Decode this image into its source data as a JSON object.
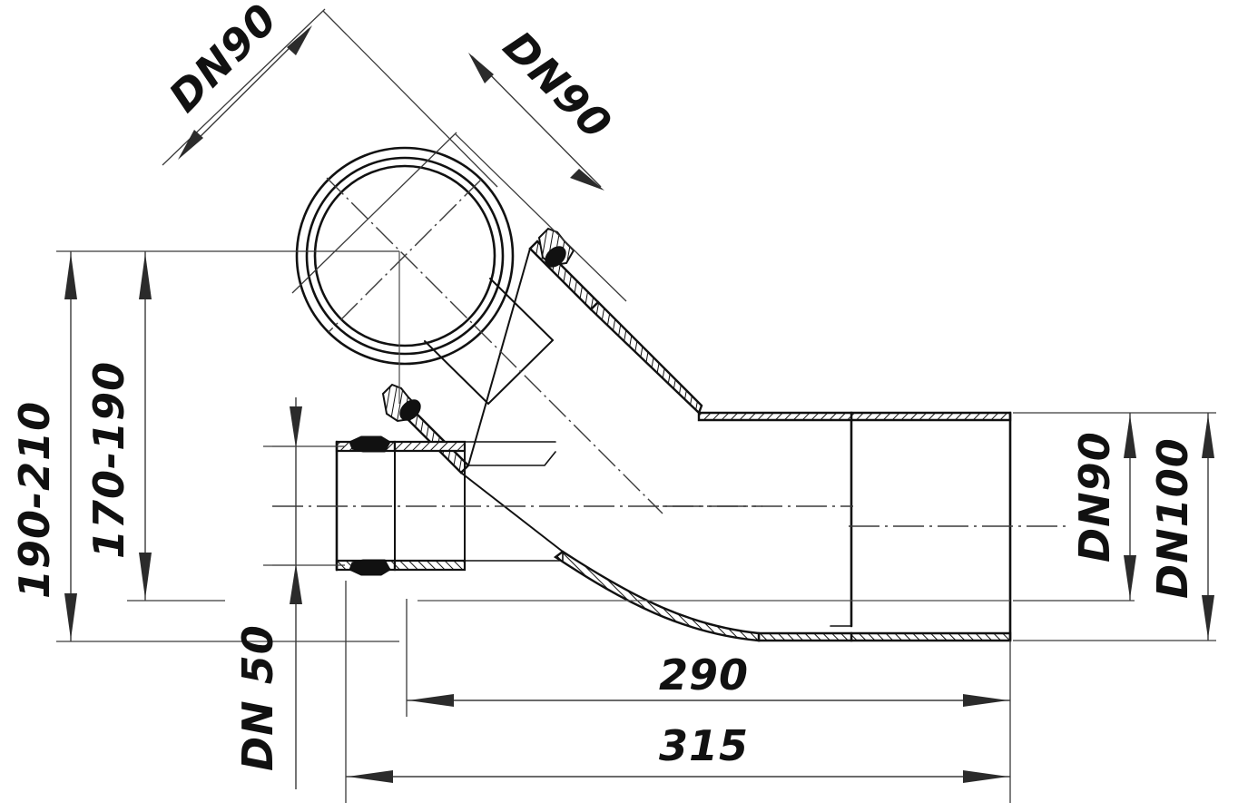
{
  "drawing": {
    "title": "Technical cross-section drawing of a DN90/DN100 drain trap body with DN50 and DN90 inlets",
    "type": "engineering-section-drawing",
    "background_color": "#ffffff",
    "line_color": "#111111",
    "thin_line_color": "#3a3a3a",
    "dimensions": {
      "inlet_top_left": "DN90",
      "inlet_top_right": "DN90",
      "height_outer": "190-210",
      "height_inner": "170-190",
      "side_inlet": "DN 50",
      "outlet_inner": "DN90",
      "outlet_outer": "DN100",
      "length_inner": "290",
      "length_outer": "315"
    },
    "labels": [
      {
        "id": "dn90-upper-left",
        "text": "DN90",
        "rotation": -45
      },
      {
        "id": "dn90-upper-right",
        "text": "DN90",
        "rotation": 45
      },
      {
        "id": "h-190-210",
        "text": "190-210",
        "rotation": -90
      },
      {
        "id": "h-170-190",
        "text": "170-190",
        "rotation": -90
      },
      {
        "id": "dn-50",
        "text": "DN 50",
        "rotation": -90
      },
      {
        "id": "dn-90-right",
        "text": "DN90",
        "rotation": -90
      },
      {
        "id": "dn-100-right",
        "text": "DN100",
        "rotation": -90
      },
      {
        "id": "len-290",
        "text": "290",
        "rotation": 0
      },
      {
        "id": "len-315",
        "text": "315",
        "rotation": 0
      }
    ]
  }
}
